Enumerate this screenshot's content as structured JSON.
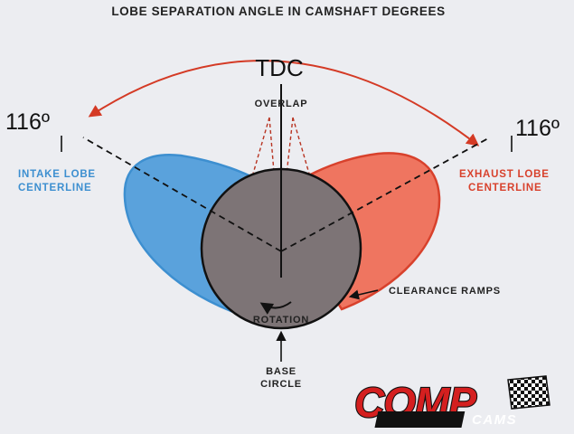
{
  "diagram": {
    "title": "LOBE SEPARATION ANGLE IN CAMSHAFT DEGREES",
    "tdc_label": "TDC",
    "overlap_label": "OVERLAP",
    "intake_angle": "116º",
    "exhaust_angle": "116º",
    "intake_label_line1": "INTAKE LOBE",
    "intake_label_line2": "CENTERLINE",
    "exhaust_label_line1": "EXHAUST LOBE",
    "exhaust_label_line2": "CENTERLINE",
    "clearance_label": "CLEARANCE RAMPS",
    "rotation_label": "ROTATION",
    "base_label_line1": "BASE",
    "base_label_line2": "CIRCLE"
  },
  "logo": {
    "brand": "COMP",
    "sub": "CAMS"
  },
  "colors": {
    "background": "#ecedf1",
    "intake_fill": "#5aa2dc",
    "intake_stroke": "#3d8fd0",
    "exhaust_fill": "#ef7560",
    "exhaust_stroke": "#d8412c",
    "base_circle_fill": "#7d7476",
    "arrow_red": "#d43a25",
    "logo_red": "#d41f1f"
  }
}
